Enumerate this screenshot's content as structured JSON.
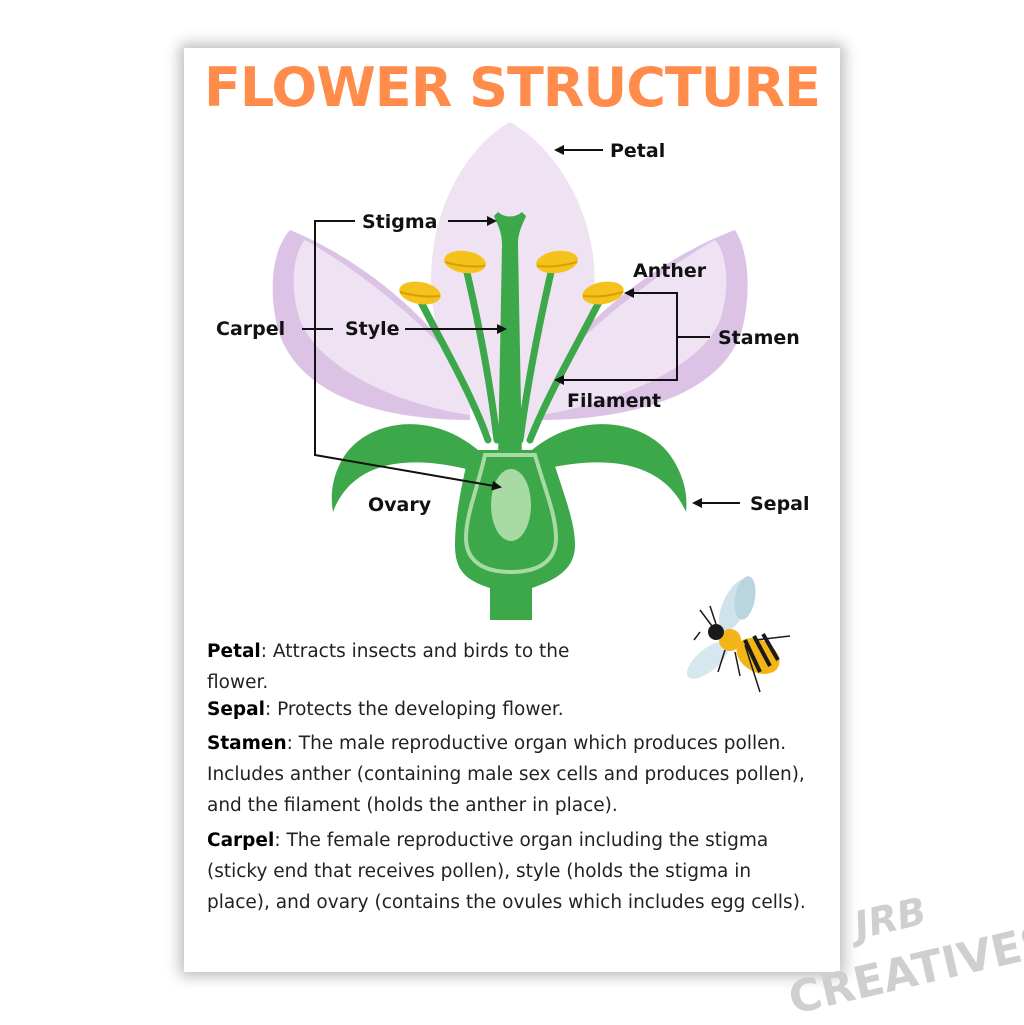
{
  "title": "FLOWER STRUCTURE",
  "labels": {
    "petal": "Petal",
    "stigma": "Stigma",
    "anther": "Anther",
    "carpel": "Carpel",
    "style": "Style",
    "stamen": "Stamen",
    "filament": "Filament",
    "ovary": "Ovary",
    "sepal": "Sepal"
  },
  "descriptions": [
    {
      "term": "Petal",
      "text": ": Attracts insects and birds to the flower."
    },
    {
      "term": "Sepal",
      "text": ": Protects the developing flower."
    },
    {
      "term": "Stamen",
      "text": ": The male reproductive organ which produces pollen. Includes anther (containing male sex cells and produces pollen), and the filament (holds the anther in place)."
    },
    {
      "term": "Carpel",
      "text": ": The female reproductive organ including the stigma (sticky end that receives pollen), style (holds the stigma in place), and ovary (contains the ovules which includes egg cells)."
    }
  ],
  "watermark": {
    "line1": "JRB",
    "line2": "CREATIVES"
  },
  "colors": {
    "title": "#ff8c4b",
    "petal_light": "#efe3f3",
    "petal_dark": "#dcc3e6",
    "green": "#3ca84a",
    "green_light": "#a8dba4",
    "anther": "#f5c21b"
  }
}
